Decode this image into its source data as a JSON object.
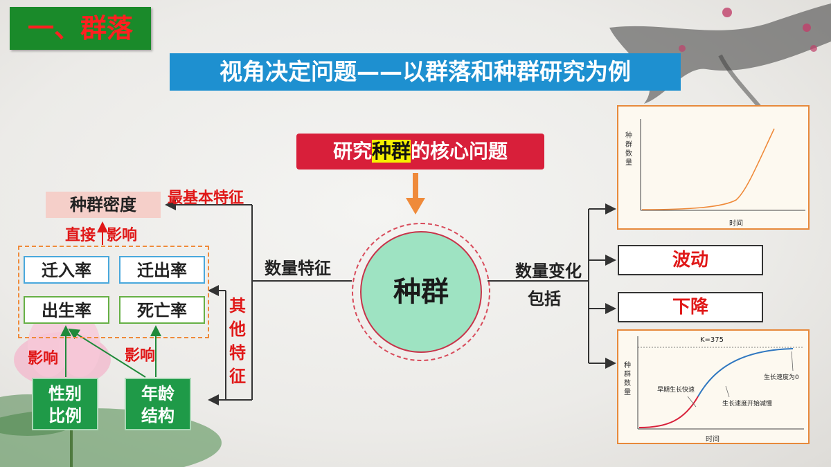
{
  "header": {
    "section": "一、群落",
    "title": "视角决定问题——以群落和种群研究为例"
  },
  "core_question": {
    "pre": "研究",
    "highlight": "种群",
    "post": "的核心问题"
  },
  "center": "种群",
  "left": {
    "quantity_features": "数量特征",
    "most_basic": "最基本特征",
    "density": "种群密度",
    "direct": "直接",
    "influence": "影响",
    "rates": [
      "迁入率",
      "迁出率",
      "出生率",
      "死亡率"
    ],
    "other_features": [
      "其",
      "他",
      "特",
      "征"
    ],
    "influence_left": "影响",
    "influence_right": "影响",
    "sex_ratio": [
      "性别",
      "比例"
    ],
    "age_structure": [
      "年龄",
      "结构"
    ]
  },
  "right": {
    "quantity_change": "数量变化",
    "includes": "包括",
    "fluctuation": "波动",
    "decline": "下降"
  },
  "charts": {
    "j_curve": {
      "ylabel": [
        "种",
        "群",
        "数",
        "量"
      ],
      "xlabel": "时间"
    },
    "s_curve": {
      "k_label": "K=375",
      "early": "早期生长快速",
      "slowing": "生长速度开始减慢",
      "zero": "生长速度为0",
      "ylabel": [
        "种",
        "群",
        "数",
        "量"
      ],
      "xlabel": "时间"
    }
  },
  "colors": {
    "green": "#1a8a2a",
    "blue": "#1e90d0",
    "red": "#d81f3a",
    "highlight": "#f6f000",
    "circle": "#9ee3c2",
    "orange": "#e7893b"
  }
}
